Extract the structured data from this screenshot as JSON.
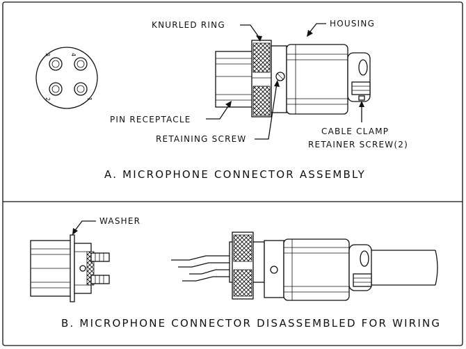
{
  "labels": {
    "knurled_ring": "KNURLED RING",
    "housing": "HOUSING",
    "pin_receptacle": "PIN RECEPTACLE",
    "retaining_screw": "RETAINING SCREW",
    "cable_clamp_line1": "CABLE CLAMP",
    "cable_clamp_line2": "RETAINER SCREW(2)",
    "washer": "WASHER"
  },
  "pins": [
    "1",
    "2",
    "3",
    "4"
  ],
  "captions": {
    "a": "A. MICROPHONE CONNECTOR ASSEMBLY",
    "b": "B. MICROPHONE CONNECTOR DISASSEMBLED FOR WIRING"
  }
}
